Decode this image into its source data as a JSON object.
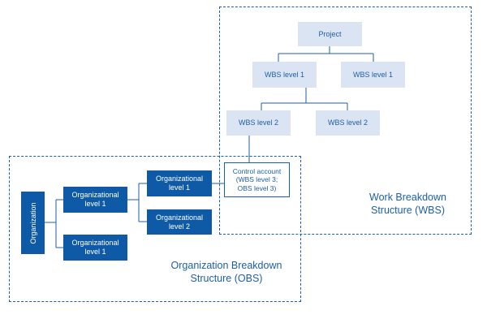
{
  "regions": {
    "wbs_label": "Work Breakdown Structure (WBS)",
    "obs_label": "Organization Breakdown Structure (OBS)"
  },
  "wbs": {
    "project": "Project",
    "level1_a": "WBS level 1",
    "level1_b": "WBS level 1",
    "level2_a": "WBS level 2",
    "level2_b": "WBS level 2"
  },
  "control_account": {
    "line1": "Control account",
    "line2": "(WBS level 3;",
    "line3": "OBS level 3)"
  },
  "obs": {
    "root": "Organization",
    "level1_a": "Organizational level 1",
    "level1_b": "Organizational level 1",
    "level2_a": "Organizational level 1",
    "level2_b": "Organizational level 2"
  },
  "colors": {
    "accent": "#1d5fa6",
    "wbs_fill": "#dbe4f2",
    "obs_fill": "#0e5aa7"
  }
}
